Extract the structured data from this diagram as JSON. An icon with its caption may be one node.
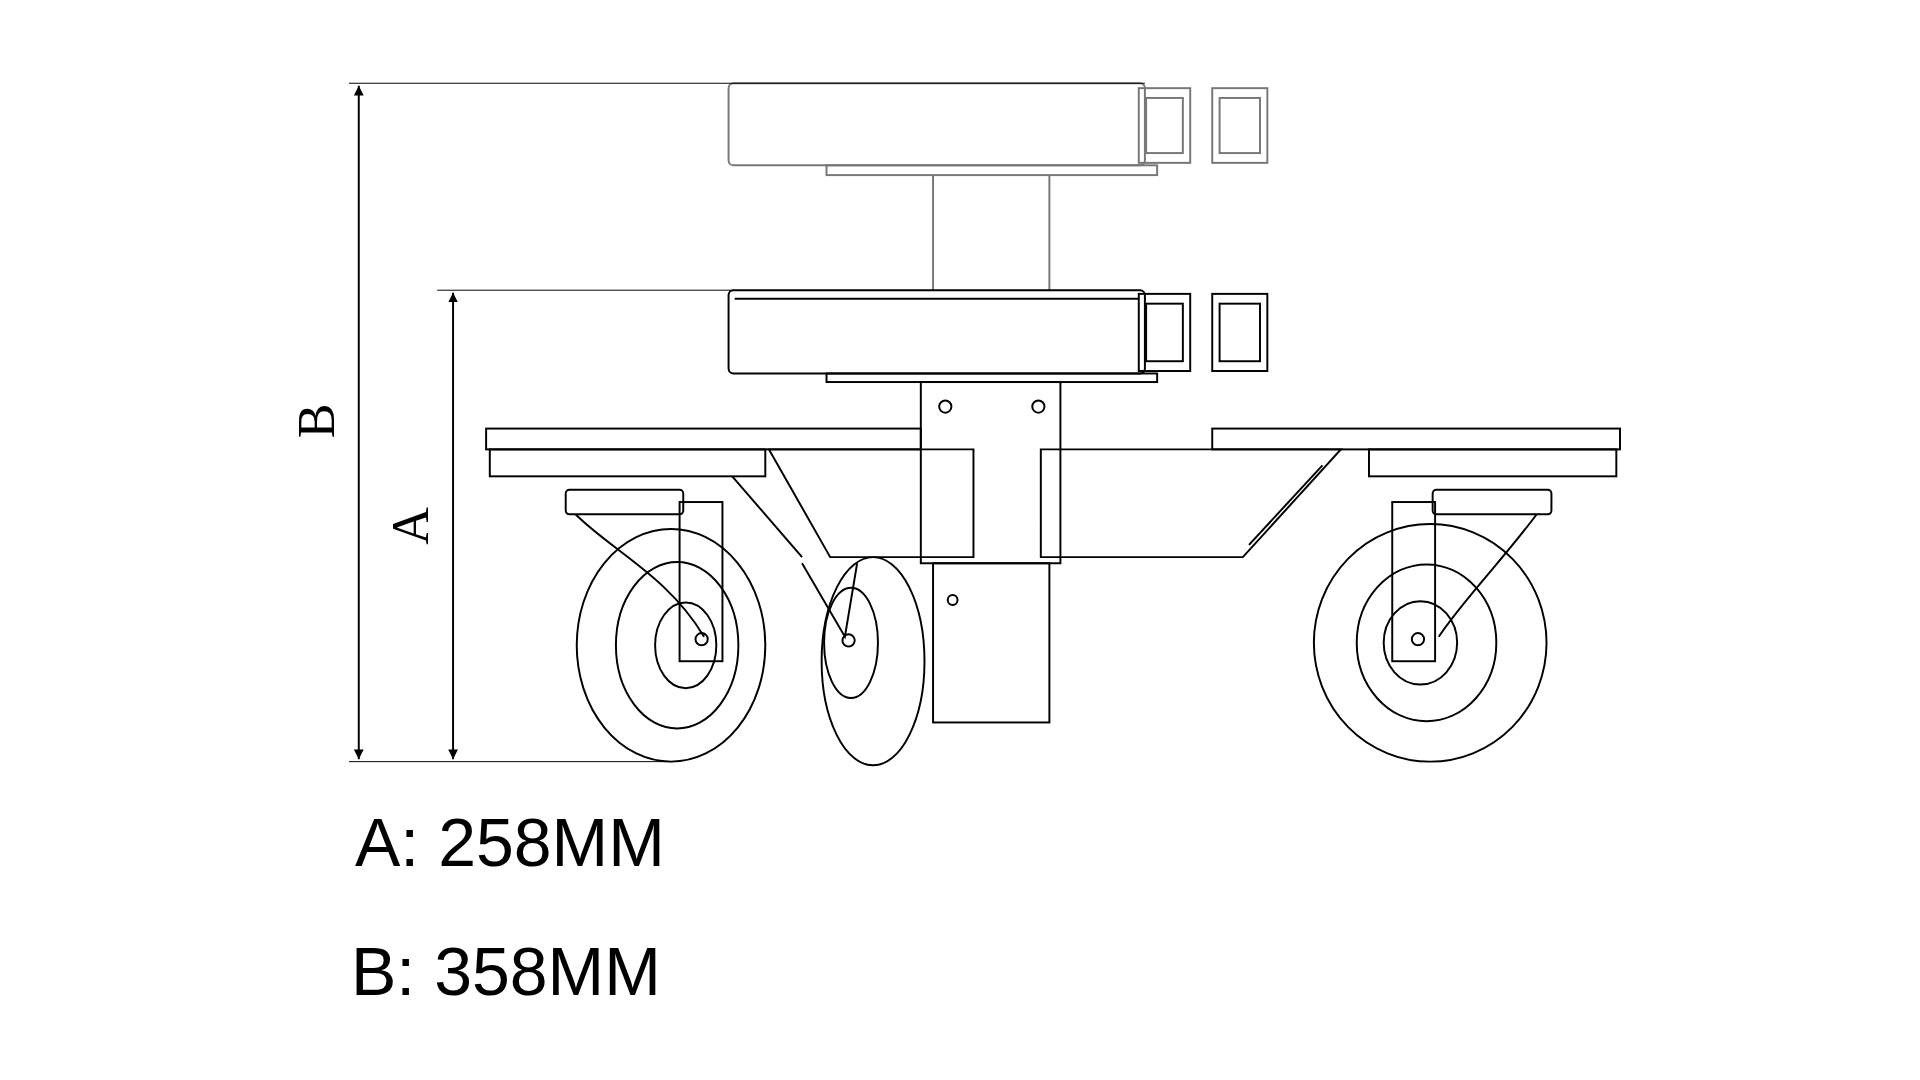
{
  "diagram": {
    "labels": [
      "B",
      "A",
      "A: 258MM",
      "B: 358MM"
    ]
  }
}
